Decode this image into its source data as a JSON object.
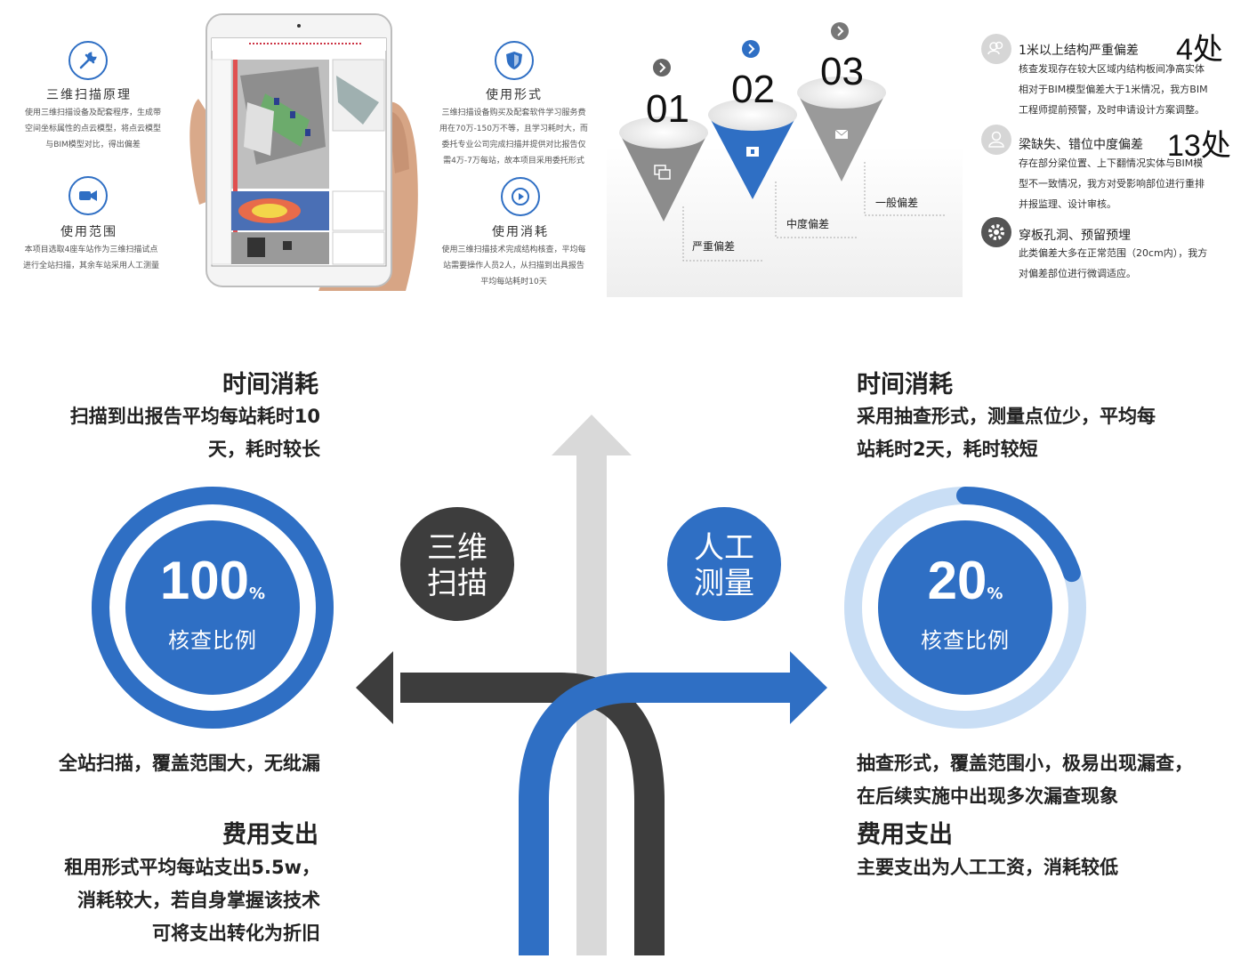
{
  "left_features": [
    {
      "title": "三维扫描原理",
      "icon": "wrench-screwdriver-icon",
      "desc": [
        "使用三维扫描设备及配套程序，生成带",
        "空间坐标属性的点云模型，将点云模型",
        "与BIM模型对比，得出偏差"
      ]
    },
    {
      "title": "使用范围",
      "icon": "video-camera-icon",
      "desc": [
        "本项目选取4座车站作为三维扫描试点",
        "进行全站扫描，其余车站采用人工测量"
      ]
    }
  ],
  "middle_features": [
    {
      "title": "使用形式",
      "icon": "shield-icon",
      "desc": [
        "三维扫描设备购买及配套软件学习服务费",
        "用在70万-150万不等，且学习耗时大，而",
        "委托专业公司完成扫描并提供对比报告仅",
        "需4万-7万每站，故本项目采用委托形式"
      ]
    },
    {
      "title": "使用消耗",
      "icon": "play-icon",
      "desc": [
        "使用三维扫描技术完成结构核查，平均每",
        "站需要操作人员2人，从扫描到出具报告",
        "平均每站耗时10天"
      ]
    }
  ],
  "cones": [
    {
      "num": "01",
      "label": "严重偏差",
      "color": "#8c8c8c",
      "icon": "copy-icon"
    },
    {
      "num": "02",
      "label": "中度偏差",
      "color": "#2f6fc4",
      "icon": "medkit-icon"
    },
    {
      "num": "03",
      "label": "一般偏差",
      "color": "#9a9a9a",
      "icon": "mail-icon"
    }
  ],
  "deviations": [
    {
      "icon": "users-icon",
      "title": "1米以上结构严重偏差",
      "count": "4处",
      "desc": [
        "核查发现存在较大区域内结构板间净高实体",
        "相对于BIM模型偏差大于1米情况，我方BIM",
        "工程师提前预警，及时申请设计方案调整。"
      ]
    },
    {
      "icon": "user-icon",
      "title": "梁缺失、错位中度偏差",
      "count": "13处",
      "desc": [
        "存在部分梁位置、上下翻情况实体与BIM模",
        "型不一致情况，我方对受影响部位进行重排",
        "并报监理、设计审核。"
      ]
    },
    {
      "icon": "gear-icon",
      "title": "穿板孔洞、预留预埋",
      "count": "",
      "desc": [
        "此类偏差大多在正常范围（20cm内），我方",
        "对偏差部位进行微调适应。"
      ]
    }
  ],
  "scan": {
    "label_lines": [
      "三维",
      "扫描"
    ],
    "time_title": "时间消耗",
    "time_desc": [
      "扫描到出报告平均每站耗时10",
      "天，耗时较长"
    ],
    "ratio_value": "100",
    "ratio_unit": "%",
    "ratio_fraction": 1.0,
    "ratio_label": "核查比例",
    "coverage": "全站扫描，覆盖范围大，无纰漏",
    "cost_title": "费用支出",
    "cost_desc": [
      "租用形式平均每站支出5.5w，",
      "消耗较大，若自身掌握该技术",
      "可将支出转化为折旧"
    ]
  },
  "manual": {
    "label_lines": [
      "人工",
      "测量"
    ],
    "time_title": "时间消耗",
    "time_desc": [
      "采用抽查形式，测量点位少，平均每",
      "站耗时2天，耗时较短"
    ],
    "ratio_value": "20",
    "ratio_unit": "%",
    "ratio_fraction": 0.2,
    "ratio_label": "核查比例",
    "coverage": [
      "抽查形式，覆盖范围小，极易出现漏查，",
      "在后续实施中出现多次漏查现象"
    ],
    "cost_title": "费用支出",
    "cost_desc": [
      "主要支出为人工工资，消耗较低"
    ]
  },
  "colors": {
    "blue": "#2f6fc4",
    "dark": "#3d3d3d",
    "light_blue": "#c9def5",
    "gray": "#d9d9d9"
  }
}
